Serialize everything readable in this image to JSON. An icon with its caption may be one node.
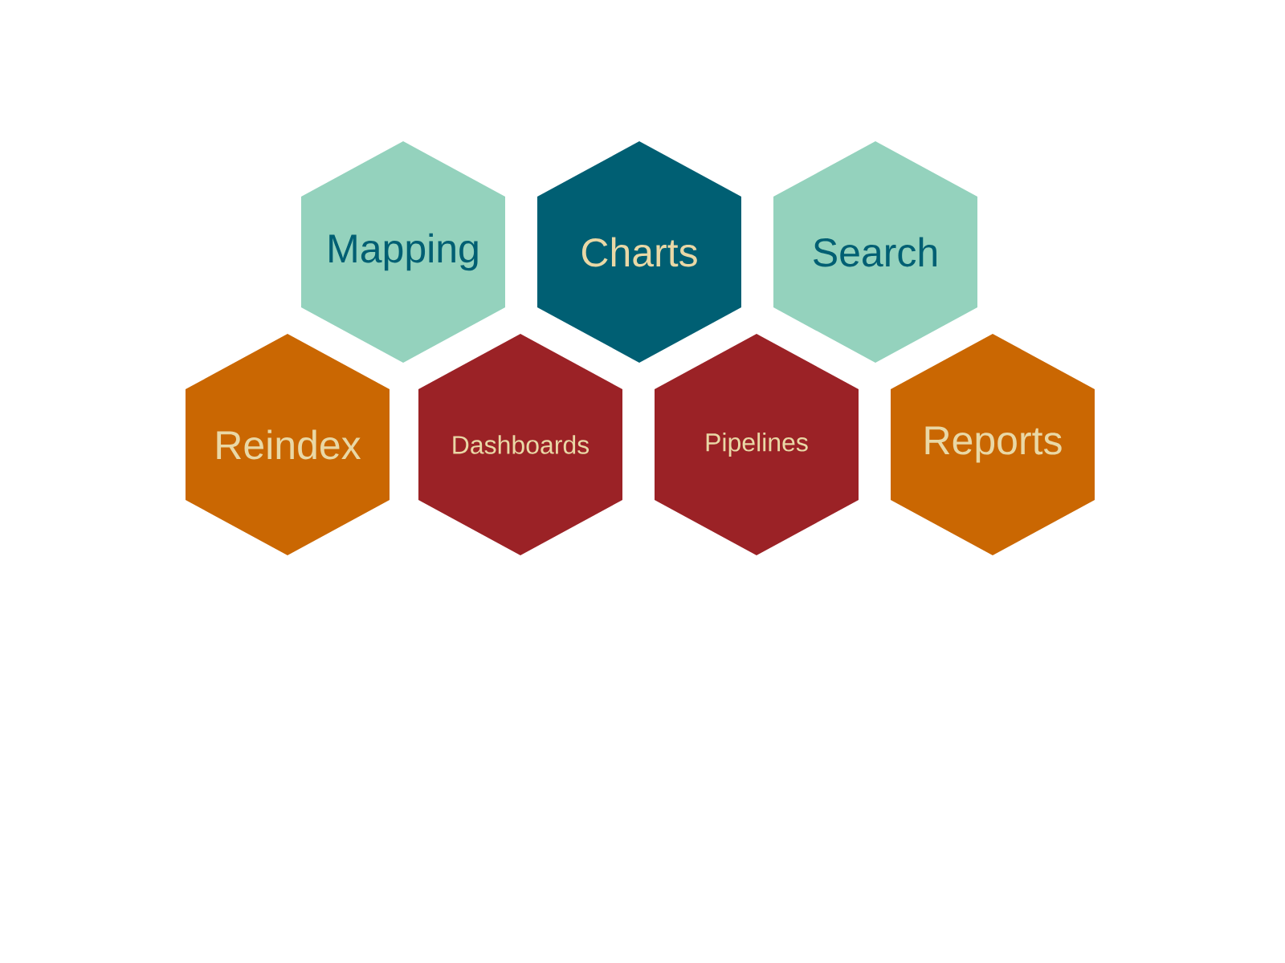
{
  "diagram": {
    "nodes": [
      {
        "text": [
          "Mapping"
        ]
      },
      {
        "text": [
          "Charts"
        ]
      },
      {
        "text": [
          "Search"
        ]
      },
      {
        "text": [
          "Reindex"
        ]
      },
      {
        "text": [
          "Dashboards"
        ]
      },
      {
        "text": [
          "Pipelines"
        ]
      },
      {
        "text": [
          "Reports"
        ]
      }
    ]
  }
}
